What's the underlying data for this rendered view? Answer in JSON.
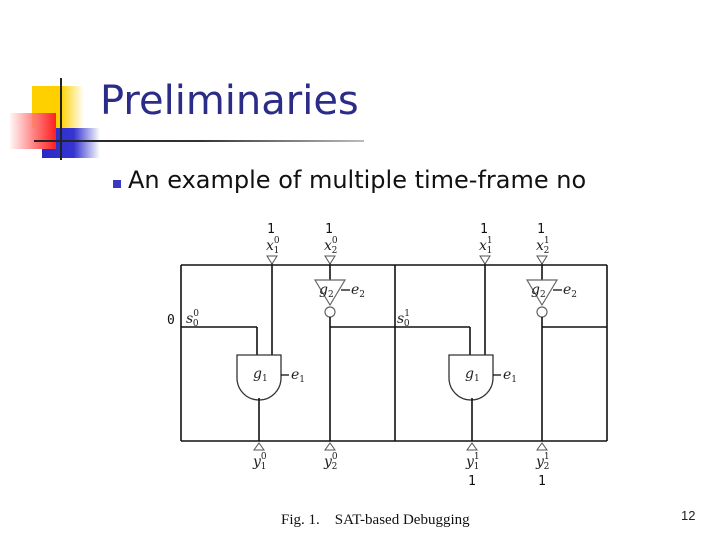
{
  "slide": {
    "title": "Preliminaries",
    "bullets": [
      {
        "text": "An example of multiple time-frame no"
      }
    ],
    "page_number": "12",
    "accent_colors": {
      "title": "#2b2b88",
      "bullet": "#3838c0",
      "deco_yellow": "#ffd000",
      "deco_blue": "#2a2ac8",
      "deco_red": "#ff2020"
    }
  },
  "figure": {
    "caption": "Fig. 1.    SAT-based Debugging",
    "initial_state_value": "0",
    "frames": [
      {
        "index": 0,
        "inputs": [
          {
            "name": "x",
            "sub": "1",
            "sup": "0",
            "value": "1"
          },
          {
            "name": "x",
            "sub": "2",
            "sup": "0",
            "value": "1"
          }
        ],
        "state": {
          "name": "s",
          "sub": "0",
          "sup": "0"
        },
        "gates": [
          {
            "name": "g",
            "sub": "1",
            "type": "AND",
            "error": "e",
            "error_sub": "1"
          },
          {
            "name": "g",
            "sub": "2",
            "type": "NOT",
            "error": "e",
            "error_sub": "2"
          }
        ],
        "outputs": [
          {
            "name": "y",
            "sub": "1",
            "sup": "0",
            "value": ""
          },
          {
            "name": "y",
            "sub": "2",
            "sup": "0",
            "value": ""
          }
        ]
      },
      {
        "index": 1,
        "inputs": [
          {
            "name": "x",
            "sub": "1",
            "sup": "1",
            "value": "1"
          },
          {
            "name": "x",
            "sub": "2",
            "sup": "1",
            "value": "1"
          }
        ],
        "state": {
          "name": "s",
          "sub": "0",
          "sup": "1"
        },
        "gates": [
          {
            "name": "g",
            "sub": "1",
            "type": "AND",
            "error": "e",
            "error_sub": "1"
          },
          {
            "name": "g",
            "sub": "2",
            "type": "NOT",
            "error": "e",
            "error_sub": "2"
          }
        ],
        "outputs": [
          {
            "name": "y",
            "sub": "1",
            "sup": "1",
            "value": "1"
          },
          {
            "name": "y",
            "sub": "2",
            "sup": "1",
            "value": "1"
          }
        ]
      }
    ]
  }
}
